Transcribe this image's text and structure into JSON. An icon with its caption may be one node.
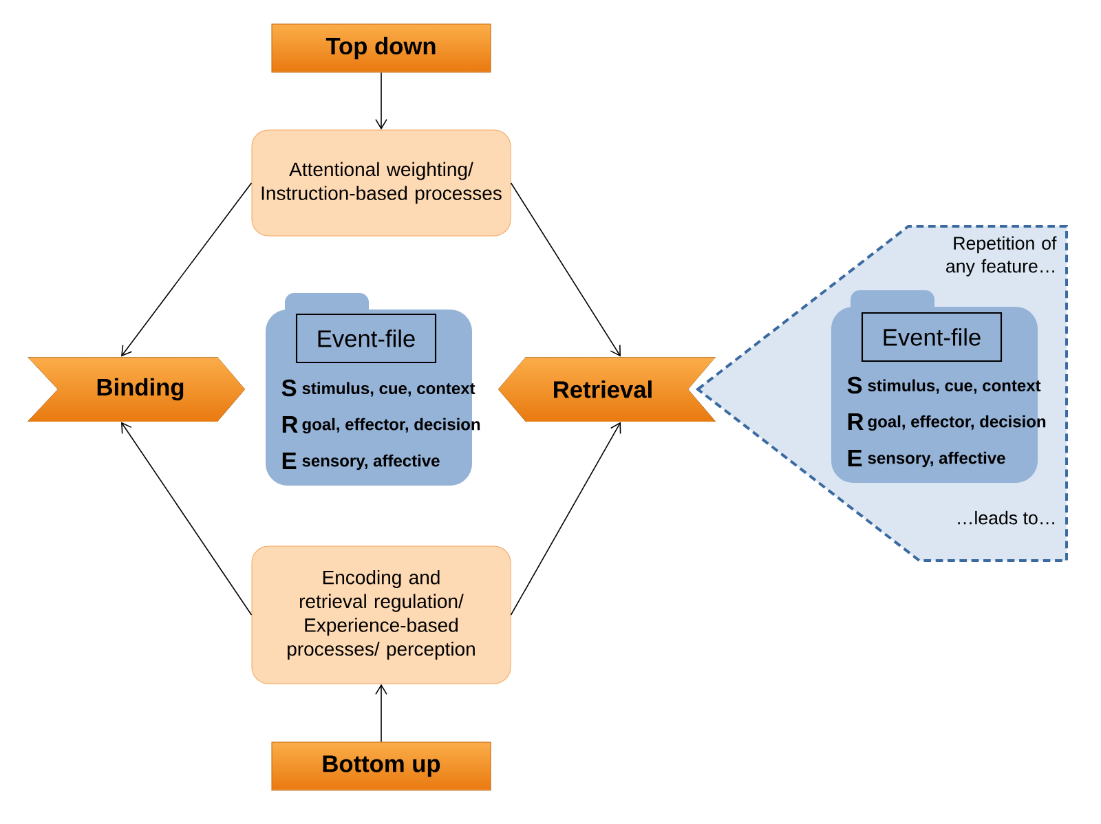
{
  "diagram": {
    "nodes": [
      {
        "text": [
          "Top down"
        ]
      },
      {
        "text": [
          "Attentional weighting/ Instruction-based processes"
        ]
      },
      {
        "text": [
          "Binding"
        ]
      },
      {
        "text": [
          "S",
          "stimulus, cue, context",
          "R",
          "goal, effector, decision",
          "E",
          "sensory, affective"
        ]
      },
      {
        "text": [
          "Event-file"
        ],
        "in": 3
      },
      {
        "text": [
          "Retrieval"
        ]
      },
      {
        "text": [
          "Repetition of any feature…",
          "…leads to…"
        ]
      },
      {
        "text": [
          "S",
          "stimulus, cue, context",
          "R",
          "goal, effector, decision",
          "E",
          "sensory, affective"
        ],
        "in": 6
      },
      {
        "text": [
          "Event-file"
        ],
        "in": 7
      },
      {
        "text": [
          "Encoding and retrieval regulation/ Experience-based processes/ perception"
        ]
      },
      {
        "text": [
          "Bottom up"
        ]
      }
    ],
    "edges": [
      {
        "from": 0,
        "to": 1,
        "arrow": "to"
      },
      {
        "from": 1,
        "to": 2,
        "arrow": "to"
      },
      {
        "from": 1,
        "to": 5,
        "arrow": "to"
      },
      {
        "from": 9,
        "to": 2,
        "arrow": "to"
      },
      {
        "from": 9,
        "to": 5,
        "arrow": "to"
      },
      {
        "from": 10,
        "to": 9,
        "arrow": "to"
      }
    ]
  }
}
